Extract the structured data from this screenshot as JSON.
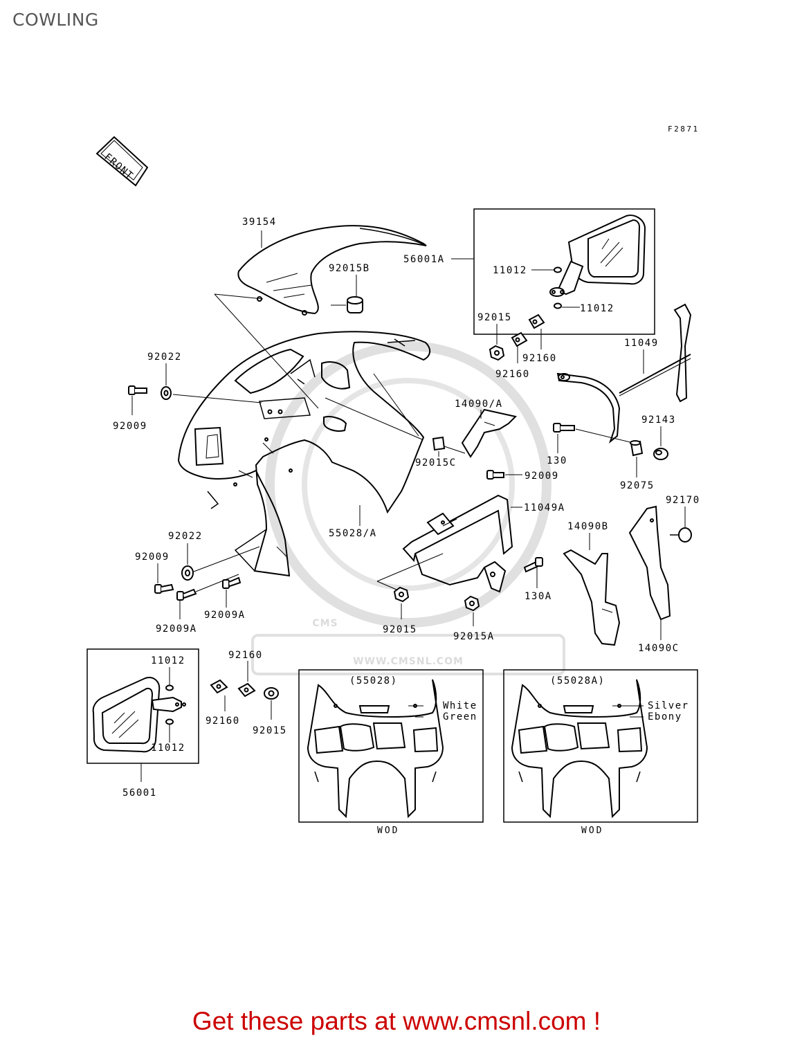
{
  "page": {
    "title": "COWLING"
  },
  "diagram": {
    "ref_code": "F2871",
    "front_label": "FRONT",
    "watermark": {
      "logo": "CMS",
      "url": "WWW.CMSNL.COM"
    },
    "parts": {
      "p39154": "39154",
      "p92015B": "92015B",
      "p56001A": "56001A",
      "p11012_top_a": "11012",
      "p11012_top_b": "11012",
      "p92015_top": "92015",
      "p92160_top_a": "92160",
      "p92160_top_b": "92160",
      "p11049": "11049",
      "p92022_top": "92022",
      "p92009_left": "92009",
      "p14090A": "14090/A",
      "p92143": "92143",
      "p130": "130",
      "p92015C": "92015C",
      "p92009_mid": "92009",
      "p92075": "92075",
      "p11049A": "11049A",
      "p55028A_main": "55028/A",
      "p92170": "92170",
      "p14090B": "14090B",
      "p92022_low": "92022",
      "p92009_low": "92009",
      "p92009A_a": "92009A",
      "p92009A_b": "92009A",
      "p130A": "130A",
      "p92015_low": "92015",
      "p92015A": "92015A",
      "p14090C": "14090C",
      "p11012_bot_a": "11012",
      "p11012_bot_b": "11012",
      "p92160_bot_a": "92160",
      "p92160_bot_b": "92160",
      "p92015_bot": "92015",
      "p56001": "56001"
    },
    "variant_55028": {
      "title": "(55028)",
      "color1": "White",
      "color2": "Green",
      "note": "WOD"
    },
    "variant_55028A": {
      "title": "(55028A)",
      "color1": "Silver",
      "color2": "Ebony",
      "note": "WOD"
    }
  },
  "cta": {
    "text": "Get these parts at www.cmsnl.com !",
    "color": "#cc0000"
  }
}
